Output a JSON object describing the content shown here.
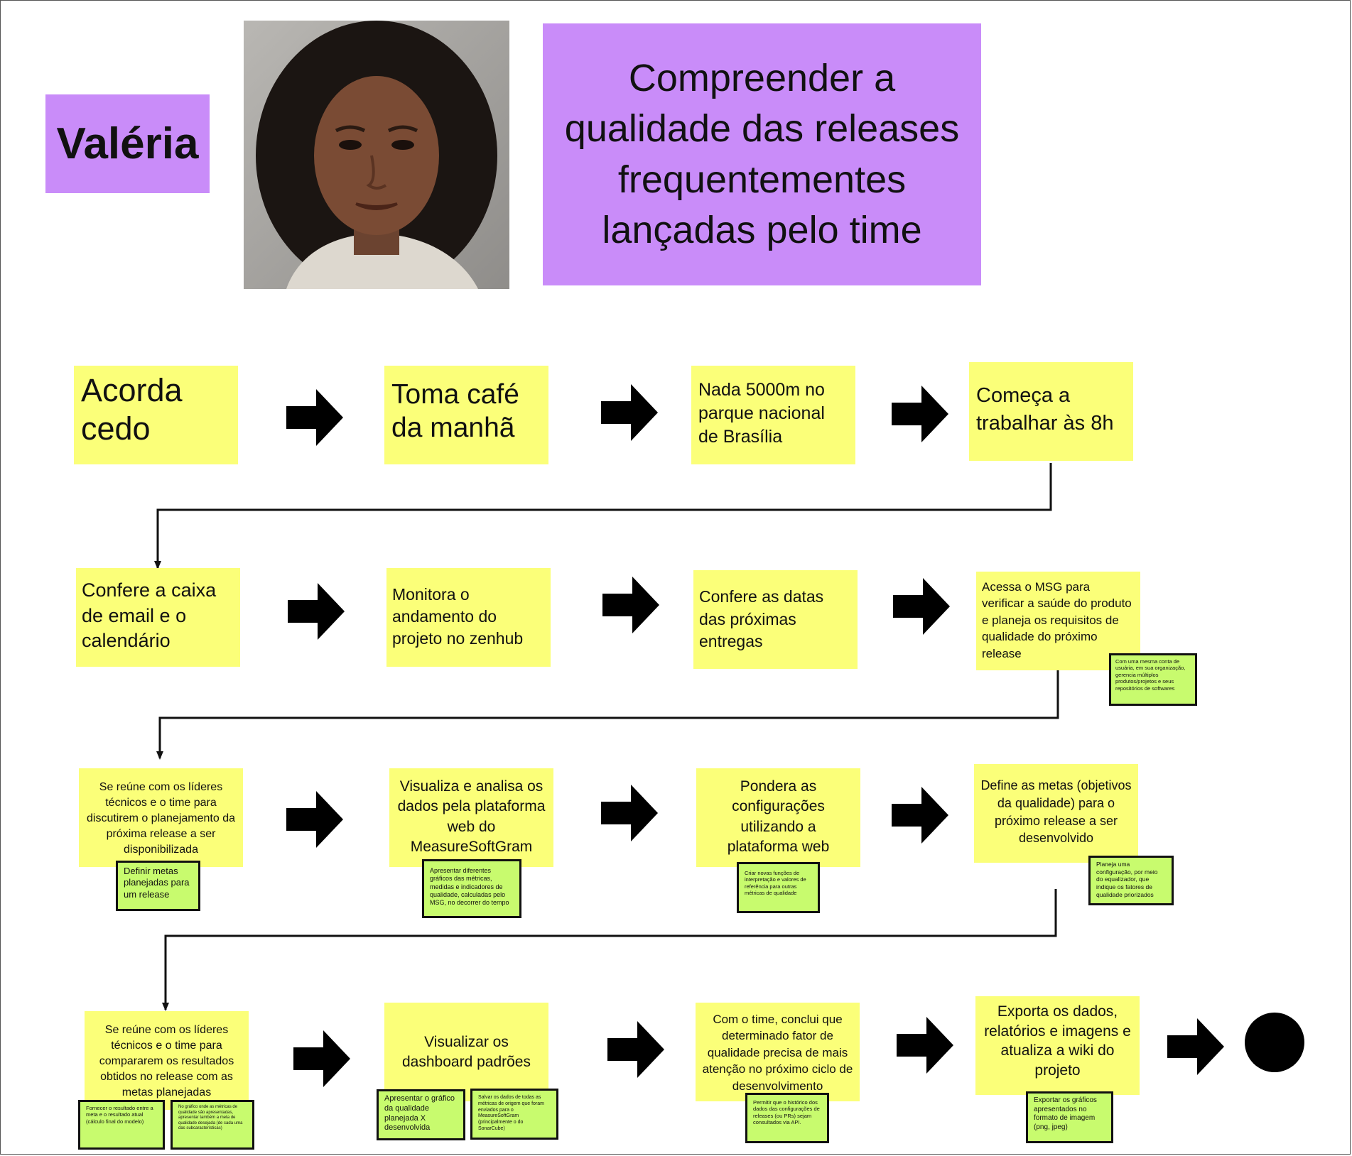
{
  "persona": {
    "name": "Valéria"
  },
  "goal": "Compreender a qualidade das releases frequentementes lançadas pelo time",
  "steps": [
    "Acorda cedo",
    "Toma café da manhã",
    "Nada 5000m no parque nacional de Brasília",
    "Começa a trabalhar às 8h",
    "Confere a caixa de email e o calendário",
    "Monitora o andamento do projeto no zenhub",
    "Confere as datas das próximas entregas",
    "Acessa o MSG para verificar a saúde do produto e planeja os requisitos de qualidade do próximo release",
    "Se reúne com os líderes técnicos e o time para discutirem o planejamento da próxima release a ser disponibilizada",
    "Visualiza e analisa os dados pela plataforma web do MeasureSoftGram",
    "Pondera as configurações utilizando a plataforma web",
    "Define as metas (objetivos da qualidade) para o próximo release a ser desenvolvido",
    "Se reúne com os líderes técnicos e o time para compararem os resultados obtidos no release com as metas planejadas",
    "Visualizar os dashboard padrões",
    "Com o time, conclui que determinado fator de qualidade precisa de mais atenção no próximo ciclo de desenvolvimento",
    "Exporta os dados, relatórios e imagens e atualiza a wiki do projeto"
  ],
  "notes": [
    "Com uma mesma conta de usuária, em sua organização, gerencia múltiplos produtos/projetos e seus repositórios de softwares",
    "Definir metas planejadas para um release",
    "Apresentar diferentes gráficos das métricas, medidas e indicadores de qualidade, calculadas pelo MSG, no decorrer do tempo",
    "Criar novas funções de interpretação e valores de referência para outras métricas de qualidade",
    "Planeja uma configuração, por meio do equalizador, que indique os fatores de qualidade priorizados",
    "Fornecer o resultado entre a meta e o resultado atual (cálculo final do modelo)",
    "No gráfico onde as métricas de qualidade são apresentadas, apresentar também a meta de qualidade desejada (de cada uma das subcaracterísticas)",
    "Apresentar o gráfico da qualidade planejada X desenvolvida",
    "Salvar os dados de todas as métricas de origem que foram enviados para o MeasureSoftGram (principalmente o do SonarCube)",
    "Permitir que o histórico dos dados das configurações de releases (ou PRs) sejam consultados via API.",
    "Exportar os gráficos apresentados no formato de imagem (png, jpeg)"
  ],
  "colors": {
    "sticky": "#fbff79",
    "persona": "#c98cf9",
    "note": "#c8fb6e",
    "arrow": "#000000"
  }
}
